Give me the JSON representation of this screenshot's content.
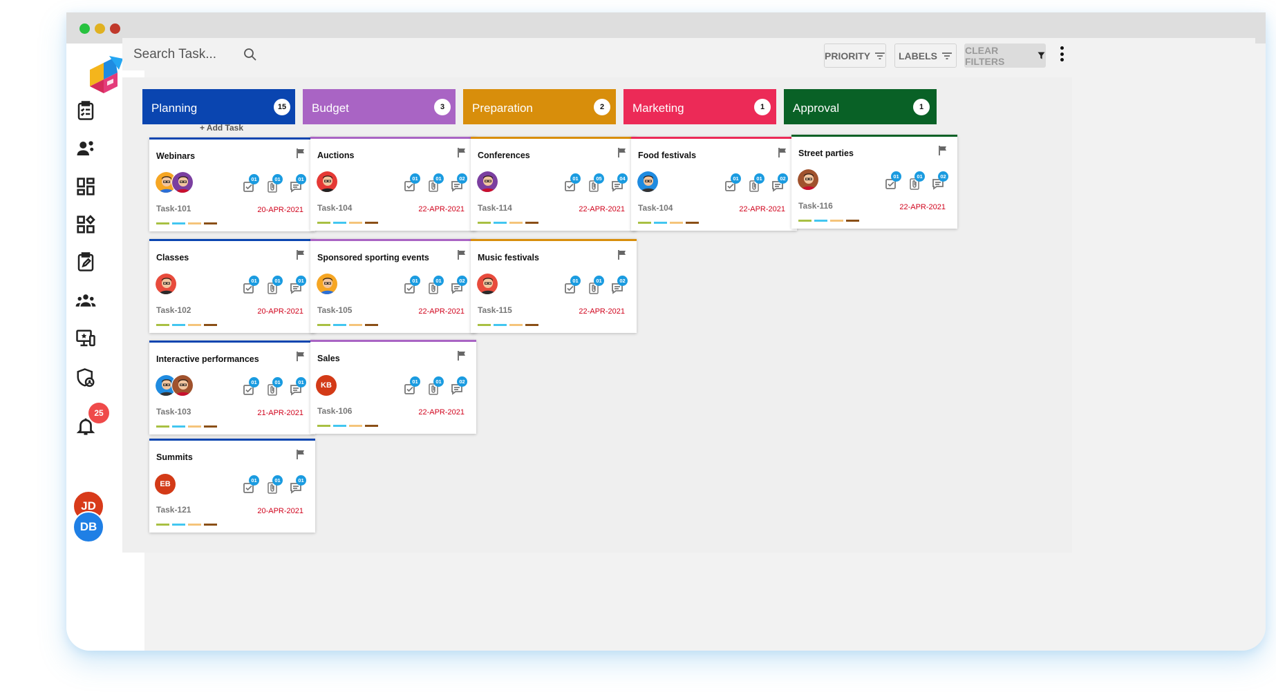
{
  "search": {
    "placeholder": "Search Task..."
  },
  "toolbar": {
    "priority_label": "PRIORITY",
    "labels_label": "LABELS",
    "clear_filters_label": "CLEAR FILTERS"
  },
  "notifications": {
    "count": "25"
  },
  "users": [
    {
      "initials": "JD",
      "color": "#d83a1a"
    },
    {
      "initials": "DB",
      "color": "#1f7fe5"
    }
  ],
  "colors": {
    "planning": "#0a45b0",
    "budget": "#a964c4",
    "preparation": "#d88e0b",
    "marketing": "#ec2a57",
    "approval": "#096126",
    "badge": "#1a9be0",
    "due": "#d0021b"
  },
  "label_colors": [
    "#a8c043",
    "#42c6f0",
    "#f5c47a",
    "#8a4f16"
  ],
  "stat_icons": [
    "checklist-icon",
    "attachment-icon",
    "comment-icon"
  ],
  "add_task": "+ Add Task",
  "columns": [
    {
      "title": "Planning",
      "count": "15",
      "color": "#0a45b0",
      "cards": [
        {
          "title": "Webinars",
          "task": "Task-101",
          "due": "20-APR-2021",
          "stats": [
            "01",
            "01",
            "01"
          ]
        },
        {
          "title": "Classes",
          "task": "Task-102",
          "due": "20-APR-2021",
          "stats": [
            "01",
            "01",
            "01"
          ]
        },
        {
          "title": "Interactive performances",
          "task": "Task-103",
          "due": "21-APR-2021",
          "stats": [
            "01",
            "01",
            "01"
          ]
        },
        {
          "title": "Summits",
          "task": "Task-121",
          "due": "20-APR-2021",
          "stats": [
            "01",
            "01",
            "01"
          ],
          "initials": "EB"
        }
      ]
    },
    {
      "title": "Budget",
      "count": "3",
      "color": "#a964c4",
      "cards": [
        {
          "title": "Auctions",
          "task": "Task-104",
          "due": "22-APR-2021",
          "stats": [
            "01",
            "01",
            "02"
          ]
        },
        {
          "title": "Sponsored sporting events",
          "task": "Task-105",
          "due": "22-APR-2021",
          "stats": [
            "01",
            "01",
            "02"
          ]
        },
        {
          "title": "Sales",
          "task": "Task-106",
          "due": "22-APR-2021",
          "stats": [
            "01",
            "01",
            "02"
          ],
          "initials": "KB"
        }
      ]
    },
    {
      "title": "Preparation",
      "count": "2",
      "color": "#d88e0b",
      "cards": [
        {
          "title": "Conferences",
          "task": "Task-114",
          "due": "22-APR-2021",
          "stats": [
            "01",
            "05",
            "04"
          ]
        },
        {
          "title": "Music festivals",
          "task": "Task-115",
          "due": "22-APR-2021",
          "stats": [
            "01",
            "01",
            "02"
          ]
        }
      ]
    },
    {
      "title": "Marketing",
      "count": "1",
      "color": "#ec2a57",
      "cards": [
        {
          "title": "Food festivals",
          "task": "Task-104",
          "due": "22-APR-2021",
          "stats": [
            "01",
            "01",
            "02"
          ]
        }
      ]
    },
    {
      "title": "Approval",
      "count": "1",
      "color": "#096126",
      "cards": [
        {
          "title": "Street parties",
          "task": "Task-116",
          "due": "22-APR-2021",
          "stats": [
            "01",
            "01",
            "02"
          ]
        }
      ]
    }
  ]
}
